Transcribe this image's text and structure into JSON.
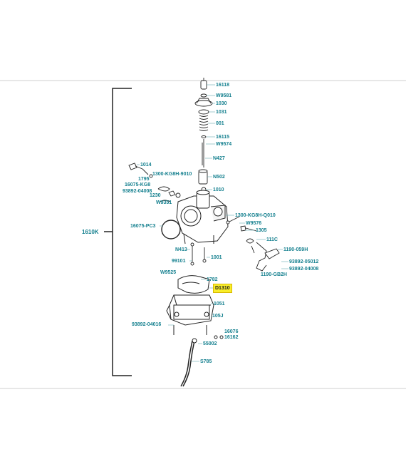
{
  "labels": {
    "16118": "16118",
    "w9581": "W9581",
    "1030": "1030",
    "1031": "1031",
    "001": "001",
    "16115": "16115",
    "w9574": "W9574",
    "n427": "N427",
    "1014": "1014",
    "kg8h_9010": "1300-KG8H-9010",
    "1795": "1795",
    "kg8": "16075-KG8",
    "93892_04008a": "93892-04008",
    "n502": "N502",
    "1010": "1010",
    "1230": "1230",
    "w9351": "W9351",
    "kg8h_q010": "1300-KG8H-Q010",
    "w9576": "W9576",
    "pc3": "16075-PC3",
    "1305": "1305",
    "111c": "111C",
    "1610k": "1610K",
    "1190_059h": "1190-059H",
    "n413": "N413",
    "1001": "1001",
    "93892_05012": "93892-05012",
    "99101": "99101",
    "93892_04008b": "93892-04008",
    "gb2h": "1190-GB2H",
    "w9525": "W9525",
    "1782": "1782",
    "d1310": "D1310",
    "1051": "1051",
    "105j": "105J",
    "93892_04016": "93892-04016",
    "16076": "16076",
    "16162": "16162",
    "55002": "55002",
    "s785": "S785"
  },
  "highlight_color": "#f9ee2a",
  "label_color": "#15808f"
}
